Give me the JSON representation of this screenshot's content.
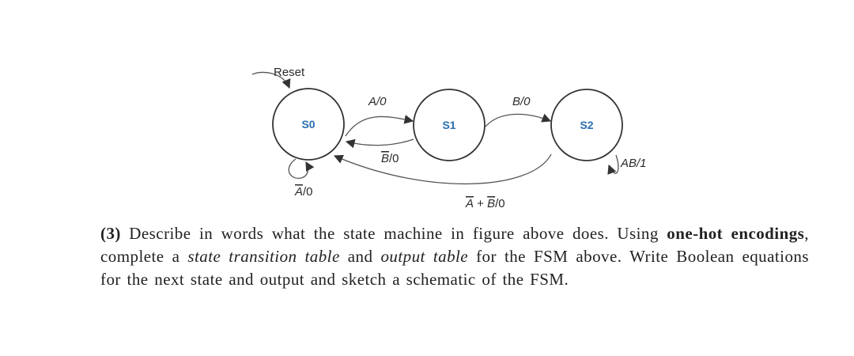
{
  "diagram": {
    "reset_label": "Reset",
    "states": [
      {
        "id": "S0",
        "label": "S0"
      },
      {
        "id": "S1",
        "label": "S1"
      },
      {
        "id": "S2",
        "label": "S2"
      }
    ],
    "transitions": [
      {
        "from": "S0",
        "to": "S1",
        "input": "A",
        "output": "0"
      },
      {
        "from": "S1",
        "to": "S0",
        "input": "B̄",
        "output": "0"
      },
      {
        "from": "S1",
        "to": "S2",
        "input": "B",
        "output": "0"
      },
      {
        "from": "S0",
        "to": "S0",
        "input": "Ā",
        "output": "0"
      },
      {
        "from": "S2",
        "to": "S2",
        "input": "AB",
        "output": "1"
      },
      {
        "from": "S2",
        "to": "S0",
        "input": "Ā + B̄",
        "output": "0"
      }
    ],
    "labels": {
      "s0_s1": "A/0",
      "s1_s0_sym": "B",
      "s1_s0_out": "/0",
      "s1_s2": "B/0",
      "s0_self_sym": "A",
      "s0_self_out": "/0",
      "s2_self": "AB/1",
      "s2_s0_a": "A",
      "s2_s0_plus": " + ",
      "s2_s0_b": "B",
      "s2_s0_out": "/0"
    }
  },
  "question": {
    "number": "(3)",
    "t1": " Describe in words what the state machine in figure above does. Using ",
    "b1": "one-hot encodings",
    "t2": ", complete a ",
    "i1": "state transition table",
    "t3": " and ",
    "i2": "output table",
    "t4": " for the FSM above. Write Boolean equations for the next state and output and sketch a schematic of the FSM."
  }
}
